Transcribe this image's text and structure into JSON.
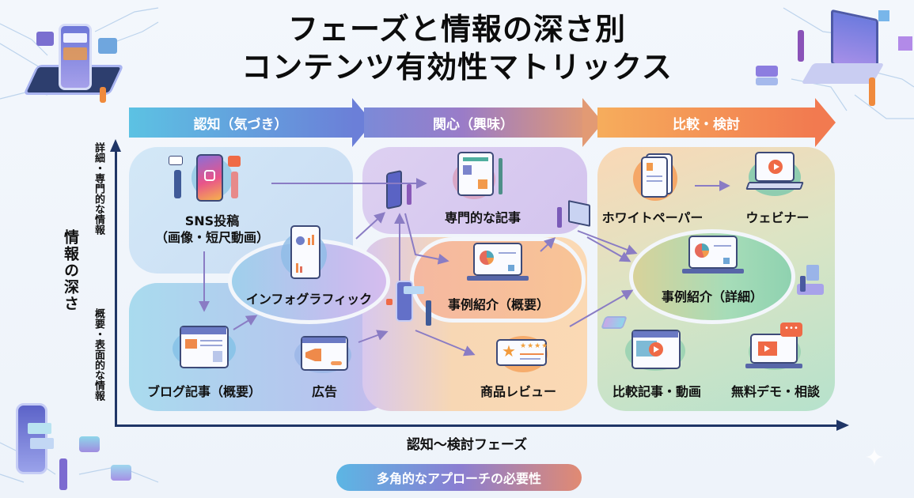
{
  "title": {
    "line1": "フェーズと情報の深さ別",
    "line2": "コンテンツ有効性マトリックス"
  },
  "phases": [
    {
      "label": "認知（気づき）",
      "color_start": "#5fc3e4",
      "color_end": "#6c7fd8"
    },
    {
      "label": "関心（興味）",
      "color_start": "#7e8bd8",
      "color_end": "#e09a74"
    },
    {
      "label": "比較・検討",
      "color_start": "#f6a95a",
      "color_end": "#f27a50"
    }
  ],
  "axes": {
    "y_title": "情報の深さ",
    "y_top_label": "詳細・専門的な情報",
    "y_bottom_label": "概要・表面的な情報",
    "x_title": "認知〜検討フェーズ",
    "axis_color": "#1f3566"
  },
  "contents": {
    "sns": {
      "label_line1": "SNS投稿",
      "label_line2": "（画像・短尺動画）",
      "icon": "smartphone-instagram-icon"
    },
    "infographic": {
      "label": "インフォグラフィック",
      "icon": "infographic-document-icon"
    },
    "blog": {
      "label": "ブログ記事（概要）",
      "icon": "browser-article-icon"
    },
    "ad": {
      "label": "広告",
      "icon": "megaphone-icon"
    },
    "expert_article": {
      "label": "専門的な記事",
      "icon": "newspaper-pen-icon"
    },
    "case_summary": {
      "label": "事例紹介（概要）",
      "icon": "laptop-chart-icon"
    },
    "review": {
      "label": "商品レビュー",
      "icon": "star-review-bubble-icon"
    },
    "whitepaper": {
      "label": "ホワイトペーパー",
      "icon": "documents-icon"
    },
    "webinar": {
      "label": "ウェビナー",
      "icon": "laptop-play-icon"
    },
    "case_detail": {
      "label": "事例紹介（詳細）",
      "icon": "laptop-chart-icon"
    },
    "comparison": {
      "label": "比較記事・動画",
      "icon": "browser-video-icon"
    },
    "demo": {
      "label": "無料デモ・相談",
      "icon": "laptop-chat-icon"
    }
  },
  "footer_badge": {
    "label": "多角的なアプローチの必要性"
  }
}
